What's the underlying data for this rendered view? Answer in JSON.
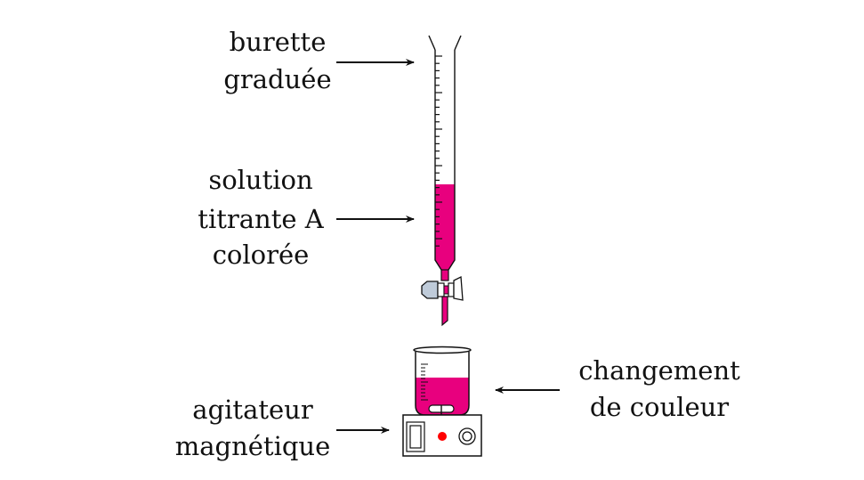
{
  "labels": {
    "burette": [
      "burette",
      "graduée"
    ],
    "solution": [
      "solution",
      "titrante A",
      "colorée"
    ],
    "changement": [
      "changement",
      "de couleur"
    ],
    "agitateur": [
      "agitateur",
      "magnétique"
    ]
  },
  "colors": {
    "solution": "#e8007e",
    "stopcock": "#bfcbd9",
    "indicator_light": "#ff0000",
    "ink": "#111111"
  }
}
